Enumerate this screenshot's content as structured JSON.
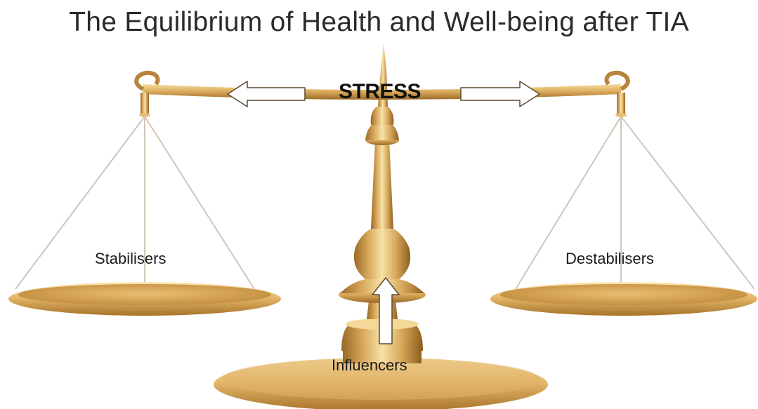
{
  "title": "The Equilibrium of Health and Well-being after TIA",
  "labels": {
    "center": "STRESS",
    "left_pan": "Stabilisers",
    "right_pan": "Destabilisers",
    "base": "Influencers"
  },
  "icons": {
    "left": "arrow-left-icon",
    "right": "arrow-right-icon",
    "up": "arrow-up-icon"
  },
  "colors": {
    "gold_light": "#f6dc9c",
    "gold_mid": "#d9a95a",
    "gold_dark": "#9a6a26",
    "arrow_fill": "#ffffff",
    "arrow_stroke": "#5a4a30",
    "string": "#cfc6b8",
    "text": "#1c1c1c"
  }
}
